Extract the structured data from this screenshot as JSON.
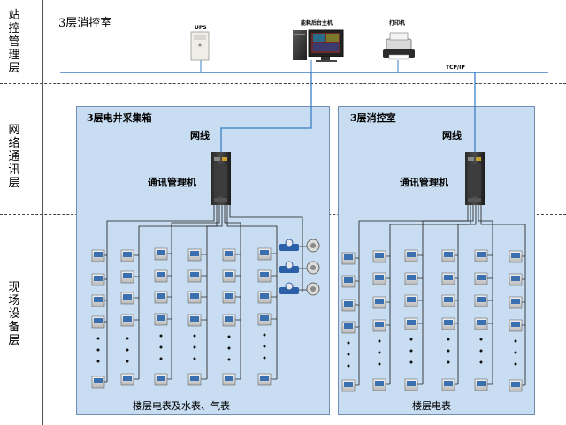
{
  "layers": {
    "station": "站控管理层",
    "network": "网络通讯层",
    "field": "现场设备层"
  },
  "header": {
    "title": "3层消控室"
  },
  "devices": {
    "ups": "UPS",
    "host": "能耗后台主机",
    "printer": "打印机",
    "bus": "TCP/IP"
  },
  "left_panel": {
    "title": "3层电井采集箱",
    "net_label": "网线",
    "manager_label": "通讯管理机",
    "footer": "楼层电表及水表、气表"
  },
  "right_panel": {
    "title": "3层消控室",
    "net_label": "网线",
    "manager_label": "通讯管理机",
    "footer": "楼层电表"
  },
  "colors": {
    "panel_fill": "#c8ddf1",
    "bus_line": "#3a7fc4",
    "wire": "#1a1a1a"
  }
}
